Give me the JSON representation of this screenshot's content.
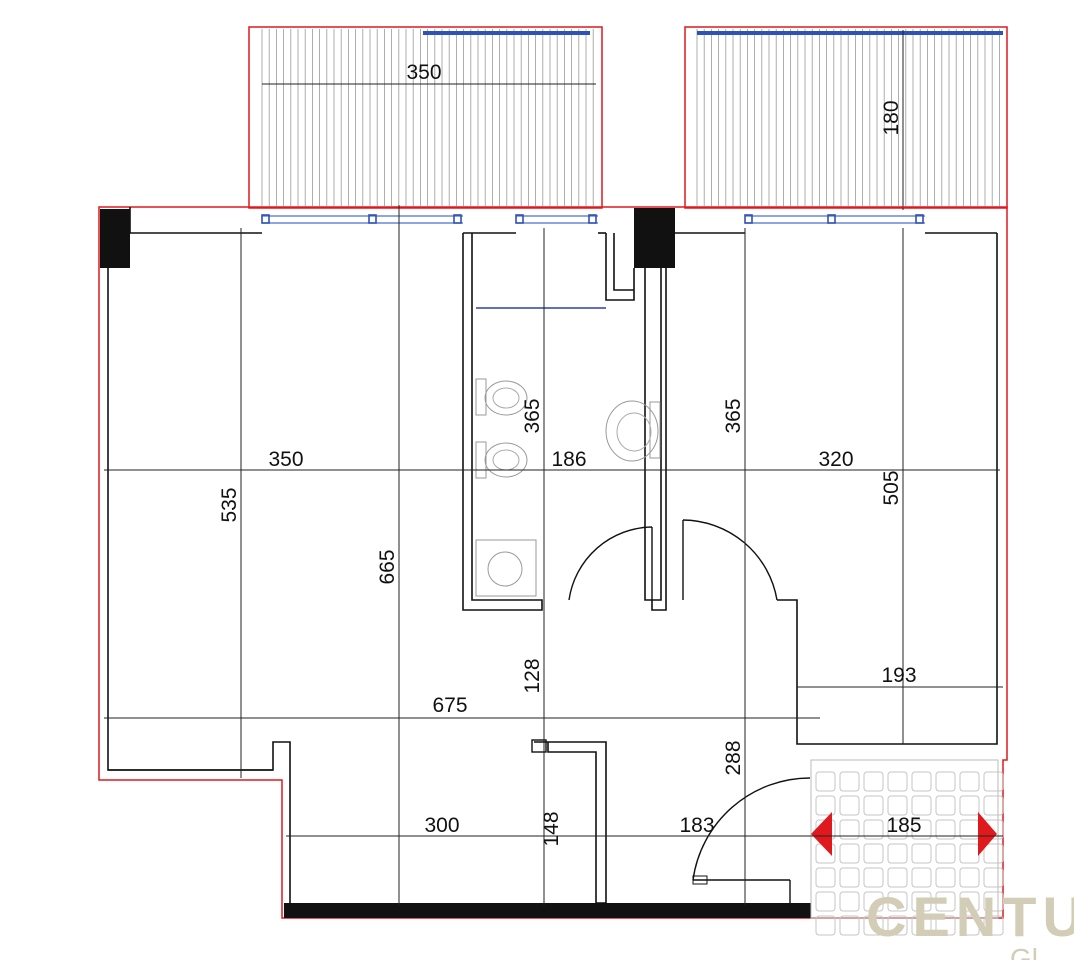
{
  "plan": {
    "dimensions": {
      "balcony_left_width": "350",
      "balcony_right_depth": "180",
      "room_left_width": "350",
      "room_left_length": "535",
      "living_length": "665",
      "bath_length": "365",
      "bath_width": "186",
      "room_right_length": "365",
      "room_right_width": "320",
      "room_right_total": "505",
      "hall_depth": "128",
      "living_width": "675",
      "corridor_length": "288",
      "closet_width": "193",
      "kitchen_width": "300",
      "kitchen_depth": "148",
      "entry_width": "183",
      "stair_width": "185"
    },
    "watermark": "CENTU",
    "watermark_sub": "Gl",
    "colors": {
      "outline": "#e0191f",
      "wall": "#111111",
      "window": "#2f52b8",
      "arrow": "#e0191f",
      "watermark": "#d3ccb6"
    }
  }
}
